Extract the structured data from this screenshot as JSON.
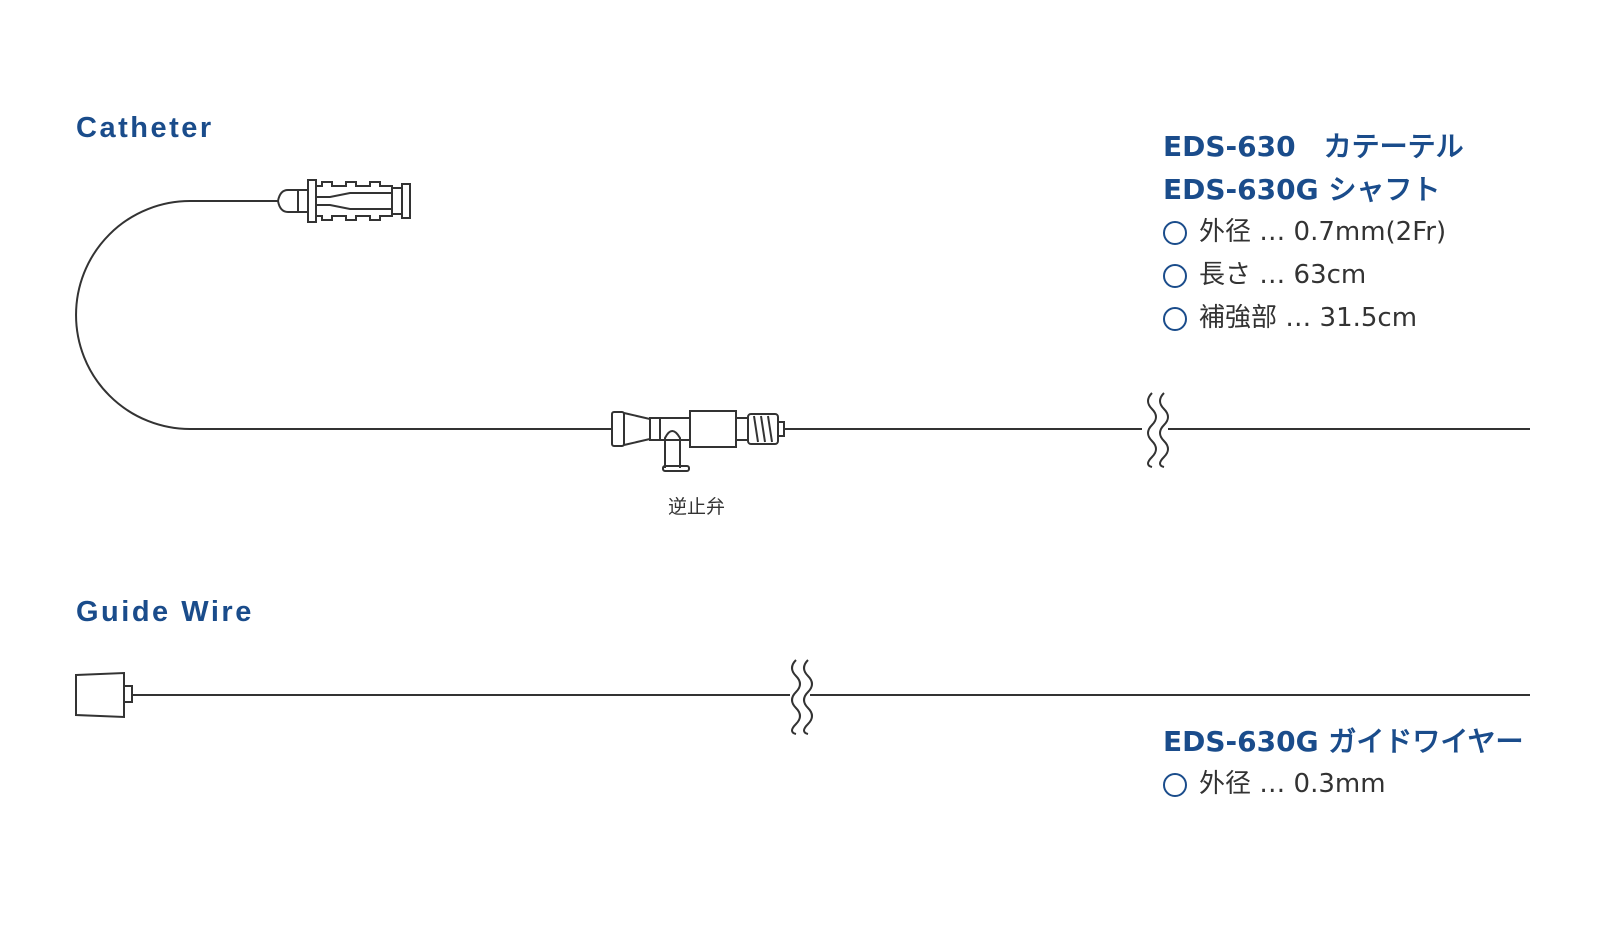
{
  "catheter": {
    "title": "Catheter",
    "product_line1": "EDS-630　カテーテル",
    "product_line2": "EDS-630G シャフト",
    "specs": [
      "外径 … 0.7mm(2Fr)",
      "長さ … 63cm",
      "補強部 … 31.5cm"
    ],
    "valve_label": "逆止弁"
  },
  "guide_wire": {
    "title": "Guide Wire",
    "product": "EDS-630G ガイドワイヤー",
    "specs": [
      "外径 … 0.3mm"
    ]
  },
  "colors": {
    "accent": "#1a4c8b",
    "line": "#333333"
  }
}
